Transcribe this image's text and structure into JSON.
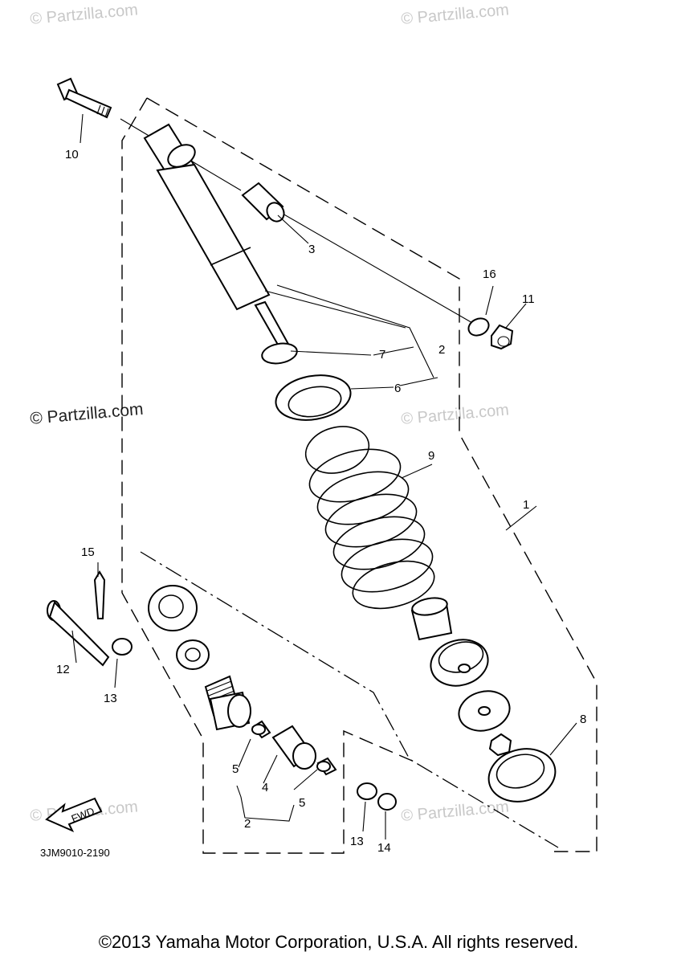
{
  "watermarks": {
    "top_left": "© Partzilla.com",
    "top_right": "© Partzilla.com",
    "mid_left": "© Partzilla.com",
    "mid_right": "© Partzilla.com",
    "bottom_left": "© Partzilla.com",
    "bottom_right": "© Partzilla.com"
  },
  "callouts": {
    "p1": "1",
    "p2a": "2",
    "p2b": "2",
    "p3": "3",
    "p4": "4",
    "p5a": "5",
    "p5b": "5",
    "p6": "6",
    "p7": "7",
    "p8": "8",
    "p9": "9",
    "p10": "10",
    "p11": "11",
    "p12": "12",
    "p13a": "13",
    "p13b": "13",
    "p14": "14",
    "p15": "15",
    "p16": "16"
  },
  "fwd_label": "FWD",
  "diagram_code": "3JM9010-2190",
  "copyright": "©2013 Yamaha Motor Corporation, U.S.A. All rights reserved."
}
